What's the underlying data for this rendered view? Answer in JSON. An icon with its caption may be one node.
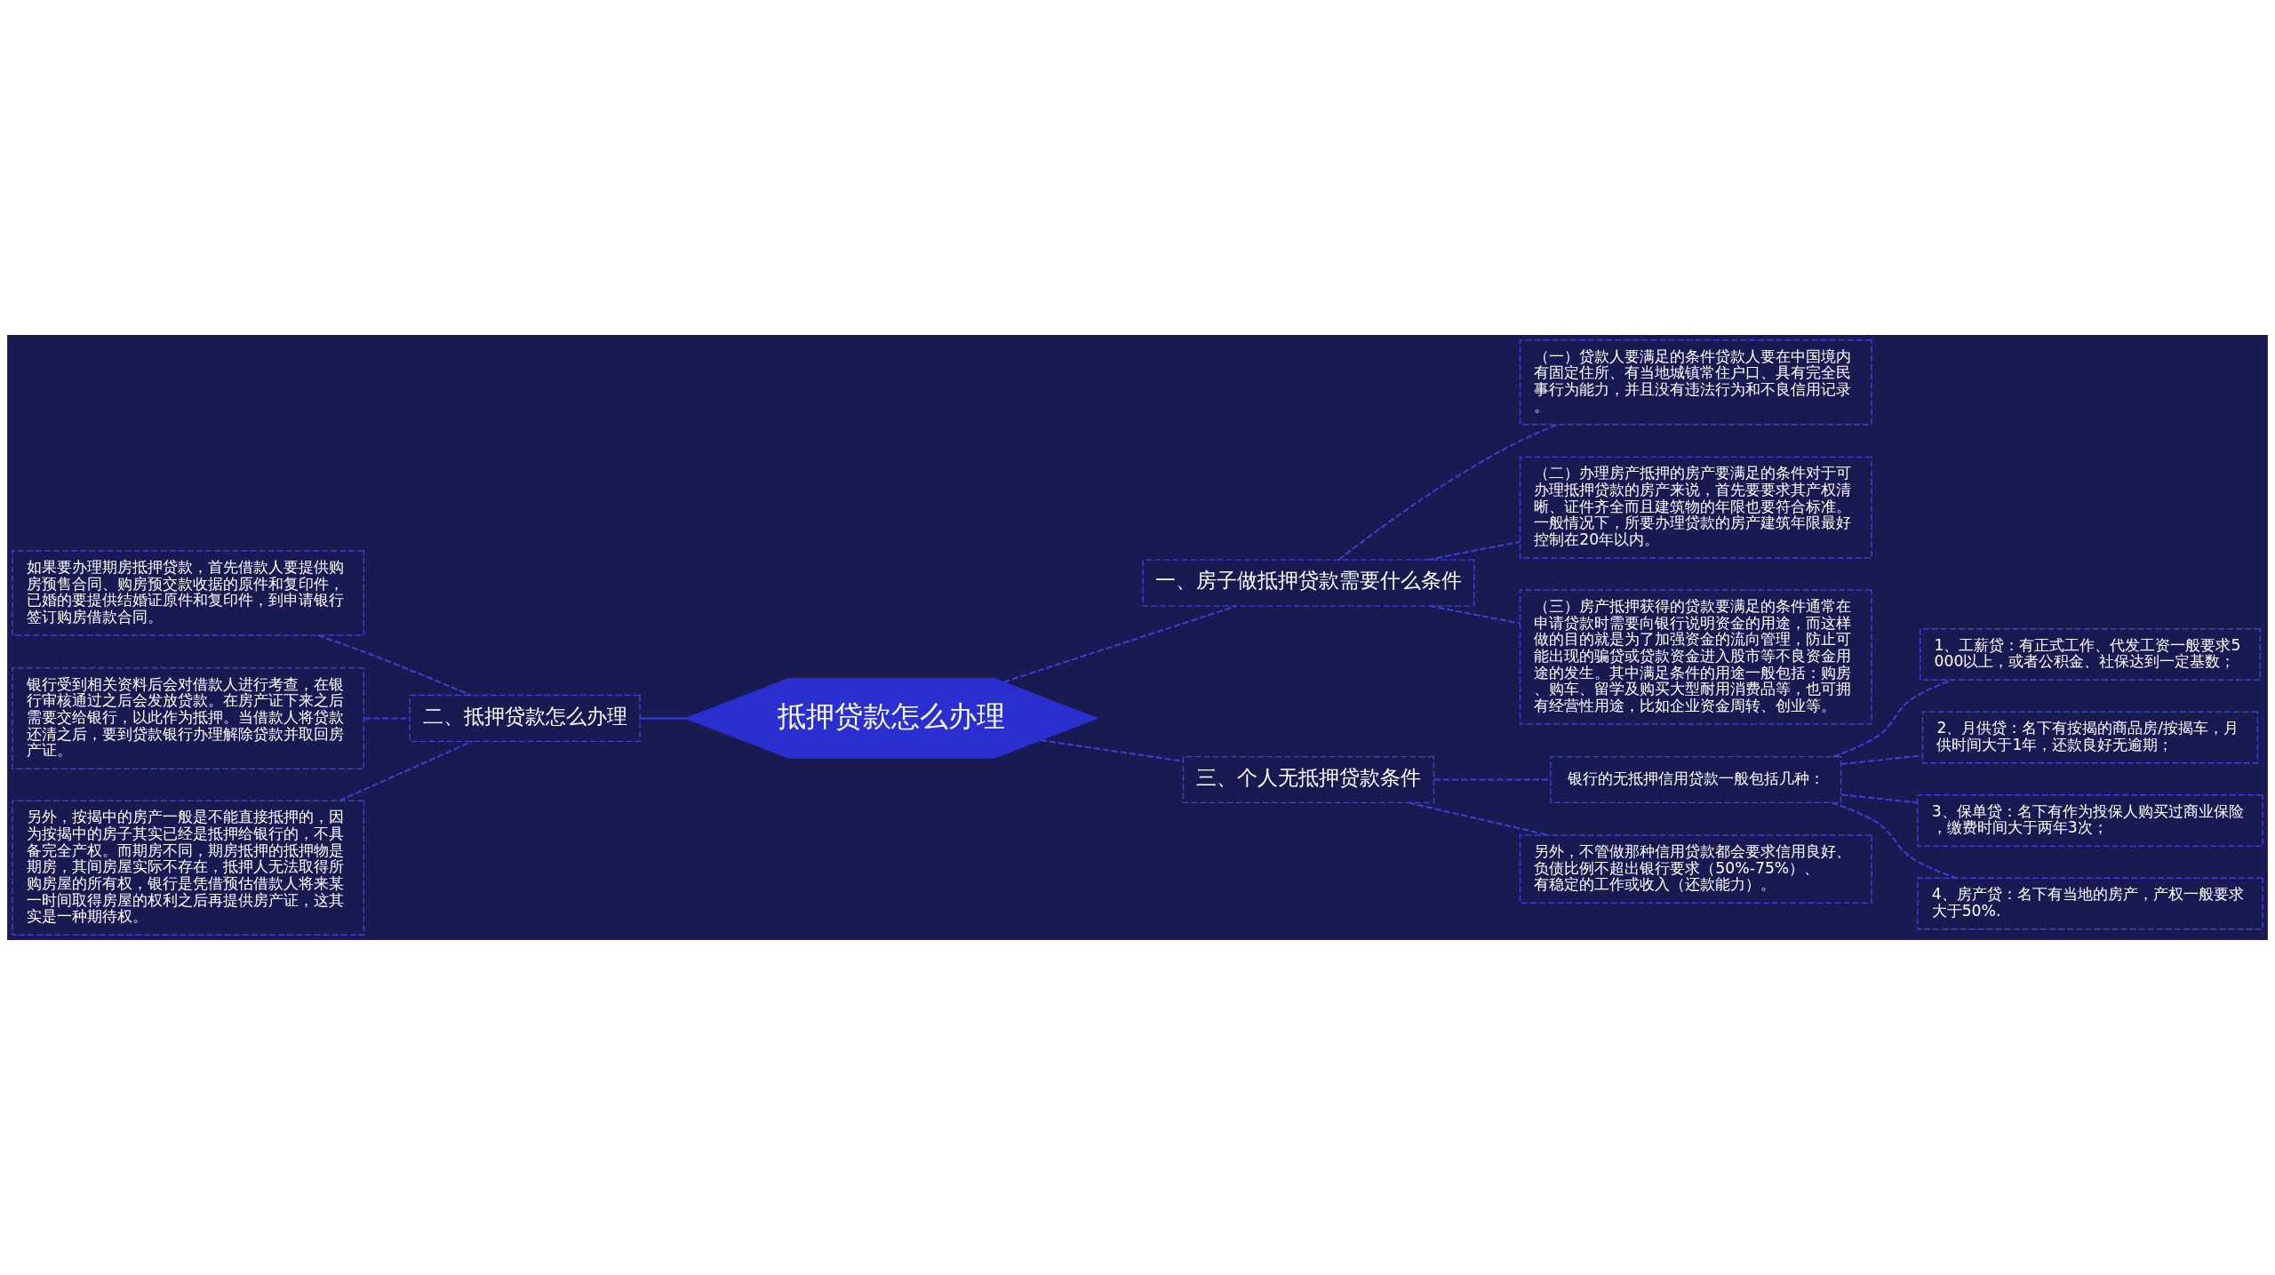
{
  "diagram": {
    "nodes": [
      {
        "text": [
          "抵押贷款怎么办理"
        ]
      },
      {
        "text": [
          "一、房子做抵押贷款需要什么条件"
        ]
      },
      {
        "text": [
          "（一）贷款人要满足的条件贷款人要在中国境内有固定住所、有当地城镇常住户口、具有完全民事行为能力，并且没有违法行为和不良信用记录。"
        ]
      },
      {
        "text": [
          "（二）办理房产抵押的房产要满足的条件对于可办理抵押贷款的房产来说，首先要要求其产权清晰、证件齐全而且建筑物的年限也要符合标准。一般情况下，所要办理贷款的房产建筑年限最好控制在20年以内。"
        ]
      },
      {
        "text": [
          "（三）房产抵押获得的贷款要满足的条件通常在申请贷款时需要向银行说明资金的用途，而这样做的目的就是为了加强资金的流向管理，防止可能出现的骗贷或贷款资金进入股市等不良资金用途的发生。其中满足条件的用途一般包括：购房、购车、留学及购买大型耐用消费品等，也可拥有经营性用途，比如企业资金周转、创业等。"
        ]
      },
      {
        "text": [
          "二、抵押贷款怎么办理"
        ]
      },
      {
        "text": [
          "如果要办理期房抵押贷款，首先借款人要提供购房预售合同、购房预交款收据的原件和复印件，已婚的要提供结婚证原件和复印件，到申请银行签订购房借款合同。"
        ]
      },
      {
        "text": [
          "银行受到相关资料后会对借款人进行考查，在银行审核通过之后会发放贷款。在房产证下来之后需要交给银行，以此作为抵押。当借款人将贷款还清之后，要到贷款银行办理解除贷款并取回房产证。"
        ]
      },
      {
        "text": [
          "另外，按揭中的房产一般是不能直接抵押的，因为按揭中的房子其实已经是抵押给银行的，不具备完全产权。而期房不同，期房抵押的抵押物是期房，其间房屋实际不存在，抵押人无法取得所购房屋的所有权，银行是凭借预估借款人将来某一时间取得房屋的权利之后再提供房产证，这其实是一种期待权。"
        ]
      },
      {
        "text": [
          "三、个人无抵押贷款条件"
        ]
      },
      {
        "text": [
          "银行的无抵押信用贷款一般包括几种："
        ]
      },
      {
        "text": [
          "1、工薪贷：有正式工作、代发工资一般要求5000以上，或者公积金、社保达到一定基数；"
        ]
      },
      {
        "text": [
          "2、月供贷：名下有按揭的商品房/按揭车，月供时间大于1年，还款良好无逾期；"
        ]
      },
      {
        "text": [
          "3、保单贷：名下有作为投保人购买过商业保险，缴费时间大于两年3次；"
        ]
      },
      {
        "text": [
          "4、房产贷：名下有当地的房产，产权一般要求大于50%."
        ]
      },
      {
        "text": [
          "另外，不管做那种信用贷款都会要求信用良好、负债比例不超出银行要求（50%-75%）、有稳定的工作或收入（还款能力）。"
        ]
      }
    ],
    "edges": [
      {
        "from": 0,
        "to": 1,
        "arrow": "none",
        "style": "dashed"
      },
      {
        "from": 1,
        "to": 2,
        "arrow": "none",
        "style": "dashed"
      },
      {
        "from": 1,
        "to": 3,
        "arrow": "none",
        "style": "dashed"
      },
      {
        "from": 1,
        "to": 4,
        "arrow": "none",
        "style": "dashed"
      },
      {
        "from": 0,
        "to": 5,
        "arrow": "none"
      },
      {
        "from": 5,
        "to": 6,
        "arrow": "none",
        "style": "dashed"
      },
      {
        "from": 5,
        "to": 7,
        "arrow": "none",
        "style": "dashed"
      },
      {
        "from": 5,
        "to": 8,
        "arrow": "none",
        "style": "dashed"
      },
      {
        "from": 0,
        "to": 9,
        "arrow": "none",
        "style": "dashed"
      },
      {
        "from": 9,
        "to": 10,
        "arrow": "none",
        "style": "dashed"
      },
      {
        "from": 10,
        "to": 11,
        "arrow": "none",
        "style": "dashed"
      },
      {
        "from": 10,
        "to": 12,
        "arrow": "none",
        "style": "dashed"
      },
      {
        "from": 10,
        "to": 13,
        "arrow": "none",
        "style": "dashed"
      },
      {
        "from": 10,
        "to": 14,
        "arrow": "none",
        "style": "dashed"
      },
      {
        "from": 9,
        "to": 15,
        "arrow": "none",
        "style": "dashed"
      }
    ]
  }
}
